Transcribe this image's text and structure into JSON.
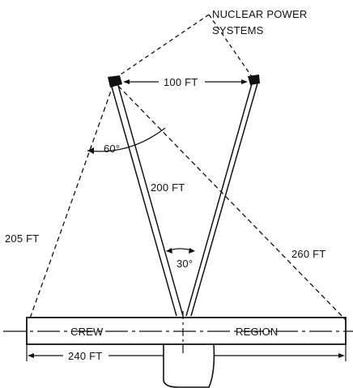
{
  "labels": {
    "nuclear_power": "NUCLEAR POWER",
    "systems": "SYSTEMS",
    "boom_spacing": "100 FT",
    "angle_60": "60°",
    "boom_length": "200 FT",
    "left_distance": "205 FT",
    "angle_30": "30°",
    "right_distance": "260 FT",
    "crew": "CREW",
    "region": "REGION",
    "total_length": "240 FT"
  }
}
